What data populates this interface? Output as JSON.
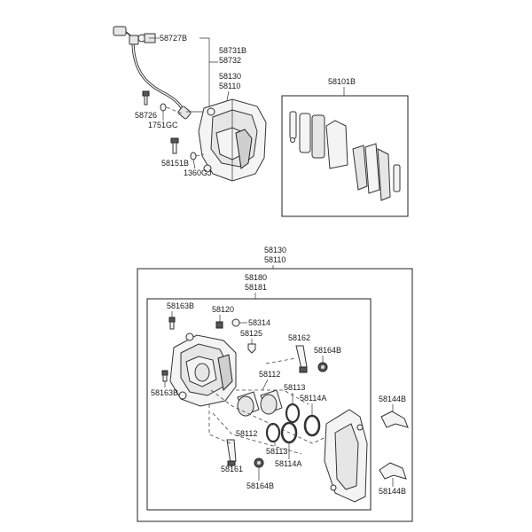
{
  "labels": {
    "hose_clip": "58727B",
    "hose_1": "58731B",
    "hose_2": "58732",
    "caliper_top_1": "58130",
    "caliper_top_2": "58110",
    "pad_kit": "58101B",
    "bolt_58726": "58726",
    "washer_1751gc": "1751GC",
    "bolt_58151b": "58151B",
    "washer_1360gj": "1360GJ",
    "caliper_group_1": "58130",
    "caliper_group_2": "58110",
    "caliper_body_1": "58180",
    "caliper_body_2": "58181",
    "bleeder_top": "58163B",
    "bleeder_cap": "58120",
    "clip_58314": "58314",
    "bleeder_58125": "58125",
    "guide_pin_top": "58162",
    "boot_top": "58164B",
    "bleeder_bottom": "58163B",
    "piston_top": "58112",
    "seal_top": "58113",
    "dust_seal_top": "58114A",
    "pad_clip_top": "58144B",
    "piston_bottom": "58112",
    "seal_bottom": "58113",
    "dust_seal_bottom": "58114A",
    "guide_pin_bottom": "58161",
    "boot_bottom": "58164B",
    "pad_clip_bottom": "58144B"
  }
}
